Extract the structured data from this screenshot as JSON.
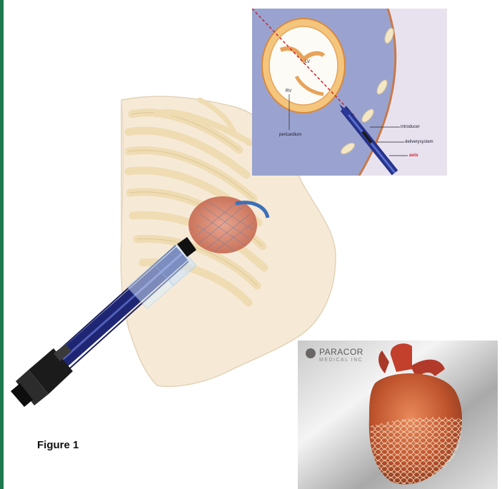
{
  "inset": {
    "labels": {
      "lv": "LV",
      "rv": "RV",
      "pericardium": "pericardium",
      "introducer": "introducer",
      "delivery_system": "deliverysystem",
      "axis": "axis"
    }
  },
  "photo": {
    "brand": "PARACOR",
    "brand_sub": "MEDICAL INC"
  },
  "caption": "Figure 1",
  "colors": {
    "border": "#1c7a4e",
    "inset_background": "#9aa3cf",
    "axis_line": "#d0202a",
    "delivery_tube": "#27338a"
  }
}
